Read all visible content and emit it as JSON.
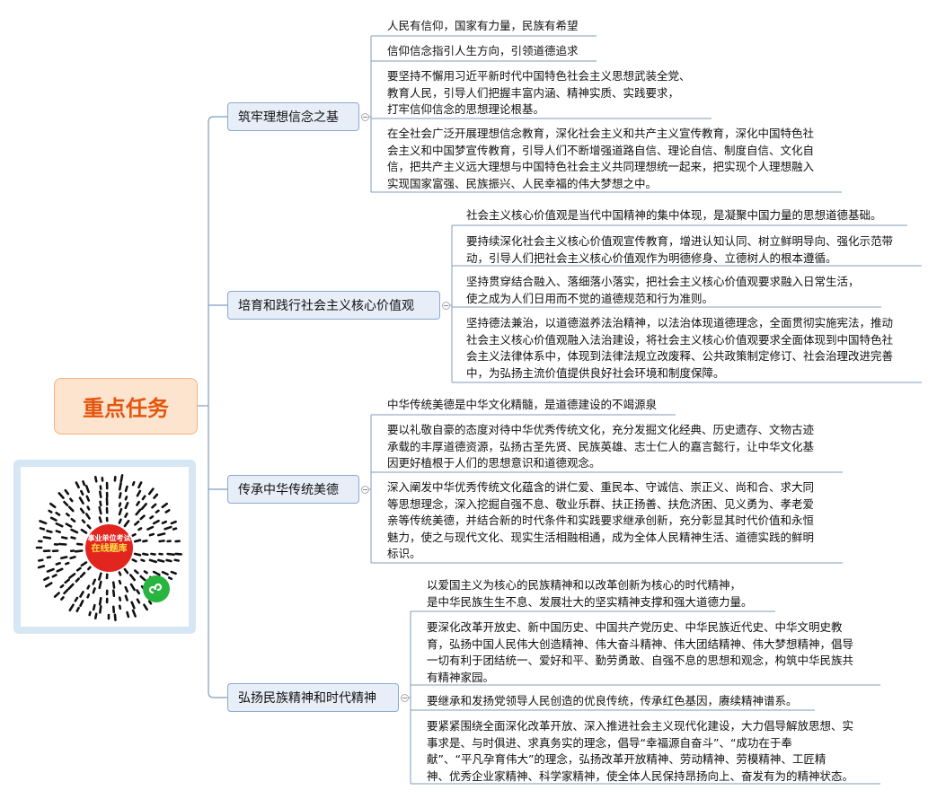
{
  "root": {
    "label": "重点任务"
  },
  "branches": [
    {
      "label": "筑牢理想信念之基",
      "leaves": [
        "人民有信仰，国家有力量，民族有希望",
        "信仰信念指引人生方向，引领道德追求",
        "要坚持不懈用习近平新时代中国特色社会主义思想武装全党、\n教育人民，引导人们把握丰富内涵、精神实质、实践要求，\n打牢信仰信念的思想理论根基。",
        "在全社会广泛开展理想信念教育，深化社会主义和共产主义宣传教育，深化中国特色社\n会主义和中国梦宣传教育，引导人们不断增强道路自信、理论自信、制度自信、文化自\n信，把共产主义远大理想与中国特色社会主义共同理想统一起来，把实现个人理想融入\n实现国家富强、民族振兴、人民幸福的伟大梦想之中。"
      ]
    },
    {
      "label": "培育和践行社会主义核心价值观",
      "leaves": [
        "社会主义核心价值观是当代中国精神的集中体现，是凝聚中国力量的思想道德基础。",
        "要持续深化社会主义核心价值观宣传教育，增进认知认同、树立鲜明导向、强化示范带\n动，引导人们把社会主义核心价值观作为明德修身、立德树人的根本遵循。",
        "坚持贯穿结合融入、落细落小落实，把社会主义核心价值观要求融入日常生活，\n使之成为人们日用而不觉的道德规范和行为准则。",
        "坚持德法兼治，以道德滋养法治精神，以法治体现道德理念，全面贯彻实施宪法，推动\n社会主义核心价值观融入法治建设，将社会主义核心价值观要求全面体现到中国特色社\n会主义法律体系中，体现到法律法规立改废释、公共政策制定修订、社会治理改进完善\n中，为弘扬主流价值提供良好社会环境和制度保障。"
      ]
    },
    {
      "label": "传承中华传统美德",
      "leaves": [
        "中华传统美德是中华文化精髓，是道德建设的不竭源泉",
        "要以礼敬自豪的态度对待中华优秀传统文化，充分发掘文化经典、历史遗存、文物古迹\n承载的丰厚道德资源，弘扬古圣先贤、民族英雄、志士仁人的嘉言懿行，让中华文化基\n因更好植根于人们的思想意识和道德观念。",
        "深入阐发中华优秀传统文化蕴含的讲仁爱、重民本、守诚信、崇正义、尚和合、求大同\n等思想理念，深入挖掘自强不息、敬业乐群、扶正扬善、扶危济困、见义勇为、孝老爱\n亲等传统美德，并结合新的时代条件和实践要求继承创新，充分彰显其时代价值和永恒\n魅力，使之与现代文化、现实生活相融相通，成为全体人民精神生活、道德实践的鲜明\n标识。"
      ]
    },
    {
      "label": "弘扬民族精神和时代精神",
      "leaves": [
        "以爱国主义为核心的民族精神和以改革创新为核心的时代精神，\n是中华民族生生不息、发展壮大的坚实精神支撑和强大道德力量。",
        "要深化改革开放史、新中国历史、中国共产党历史、中华民族近代史、中华文明史教\n育，弘扬中国人民伟大创造精神、伟大奋斗精神、伟大团结精神、伟大梦想精神，倡导\n一切有利于团结统一、爱好和平、勤劳勇敢、自强不息的思想和观念，构筑中华民族共\n有精神家园。",
        "要继承和发扬党领导人民创造的优良传统，传承红色基因，赓续精神谱系。",
        "要紧紧围绕全面深化改革开放、深入推进社会主义现代化建设，大力倡导解放思想、实\n事求是、与时俱进、求真务实的理念，倡导“幸福源自奋斗”、“成功在于奉\n献”、“平凡孕育伟大”的理念，弘扬改革开放精神、劳动精神、劳模精神、工匠精\n神、优秀企业家精神、科学家精神，使全体人民保持昂扬向上、奋发有为的精神状态。"
      ]
    }
  ],
  "qr": {
    "badge_line1": "事业单位考试",
    "badge_line2": "在线题库"
  },
  "colors": {
    "root_fill": "#fde4cf",
    "root_text": "#e4550e",
    "branch_fill": "#e7eef8",
    "branch_border": "#8aaad0",
    "line": "#7f9cbf"
  }
}
